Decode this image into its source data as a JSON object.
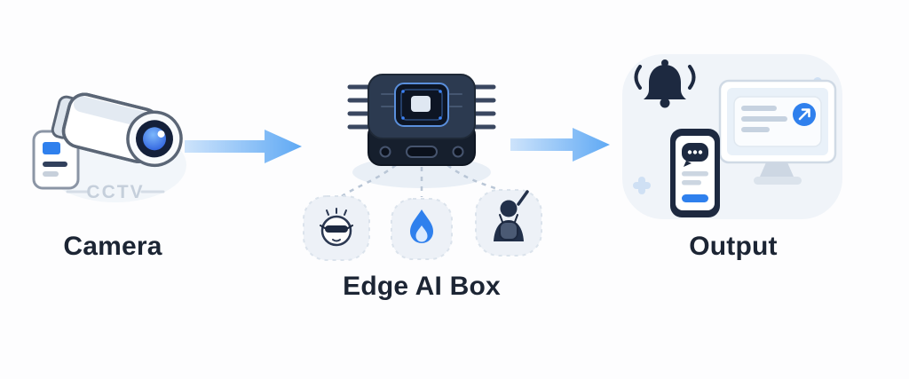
{
  "diagram": {
    "flow": [
      "Camera",
      "Edge AI Box",
      "Output"
    ],
    "nodes": {
      "camera": {
        "label": "Camera",
        "watermark": "CCTV",
        "icon": "cctv-camera-illustration"
      },
      "edge_ai_box": {
        "label": "Edge AI Box",
        "icon": "edge-ai-chip-device-illustration",
        "detection_icons": [
          "face-detection-icon",
          "fire-detection-icon",
          "person-detection-icon"
        ]
      },
      "output": {
        "label": "Output",
        "device_icons": [
          "notification-bell-icon",
          "smartphone-icon",
          "desktop-monitor-icon"
        ]
      }
    },
    "connectors": [
      "camera-to-edge-arrow",
      "edge-to-output-arrow"
    ],
    "colors": {
      "accent_blue": "#2f80ed",
      "arrow_gradient_start": "#cde3fb",
      "arrow_gradient_end": "#5fa9f4",
      "dark_navy": "#1d2940",
      "panel_background": "#f0f4f9",
      "label_text": "#1c2534"
    }
  }
}
